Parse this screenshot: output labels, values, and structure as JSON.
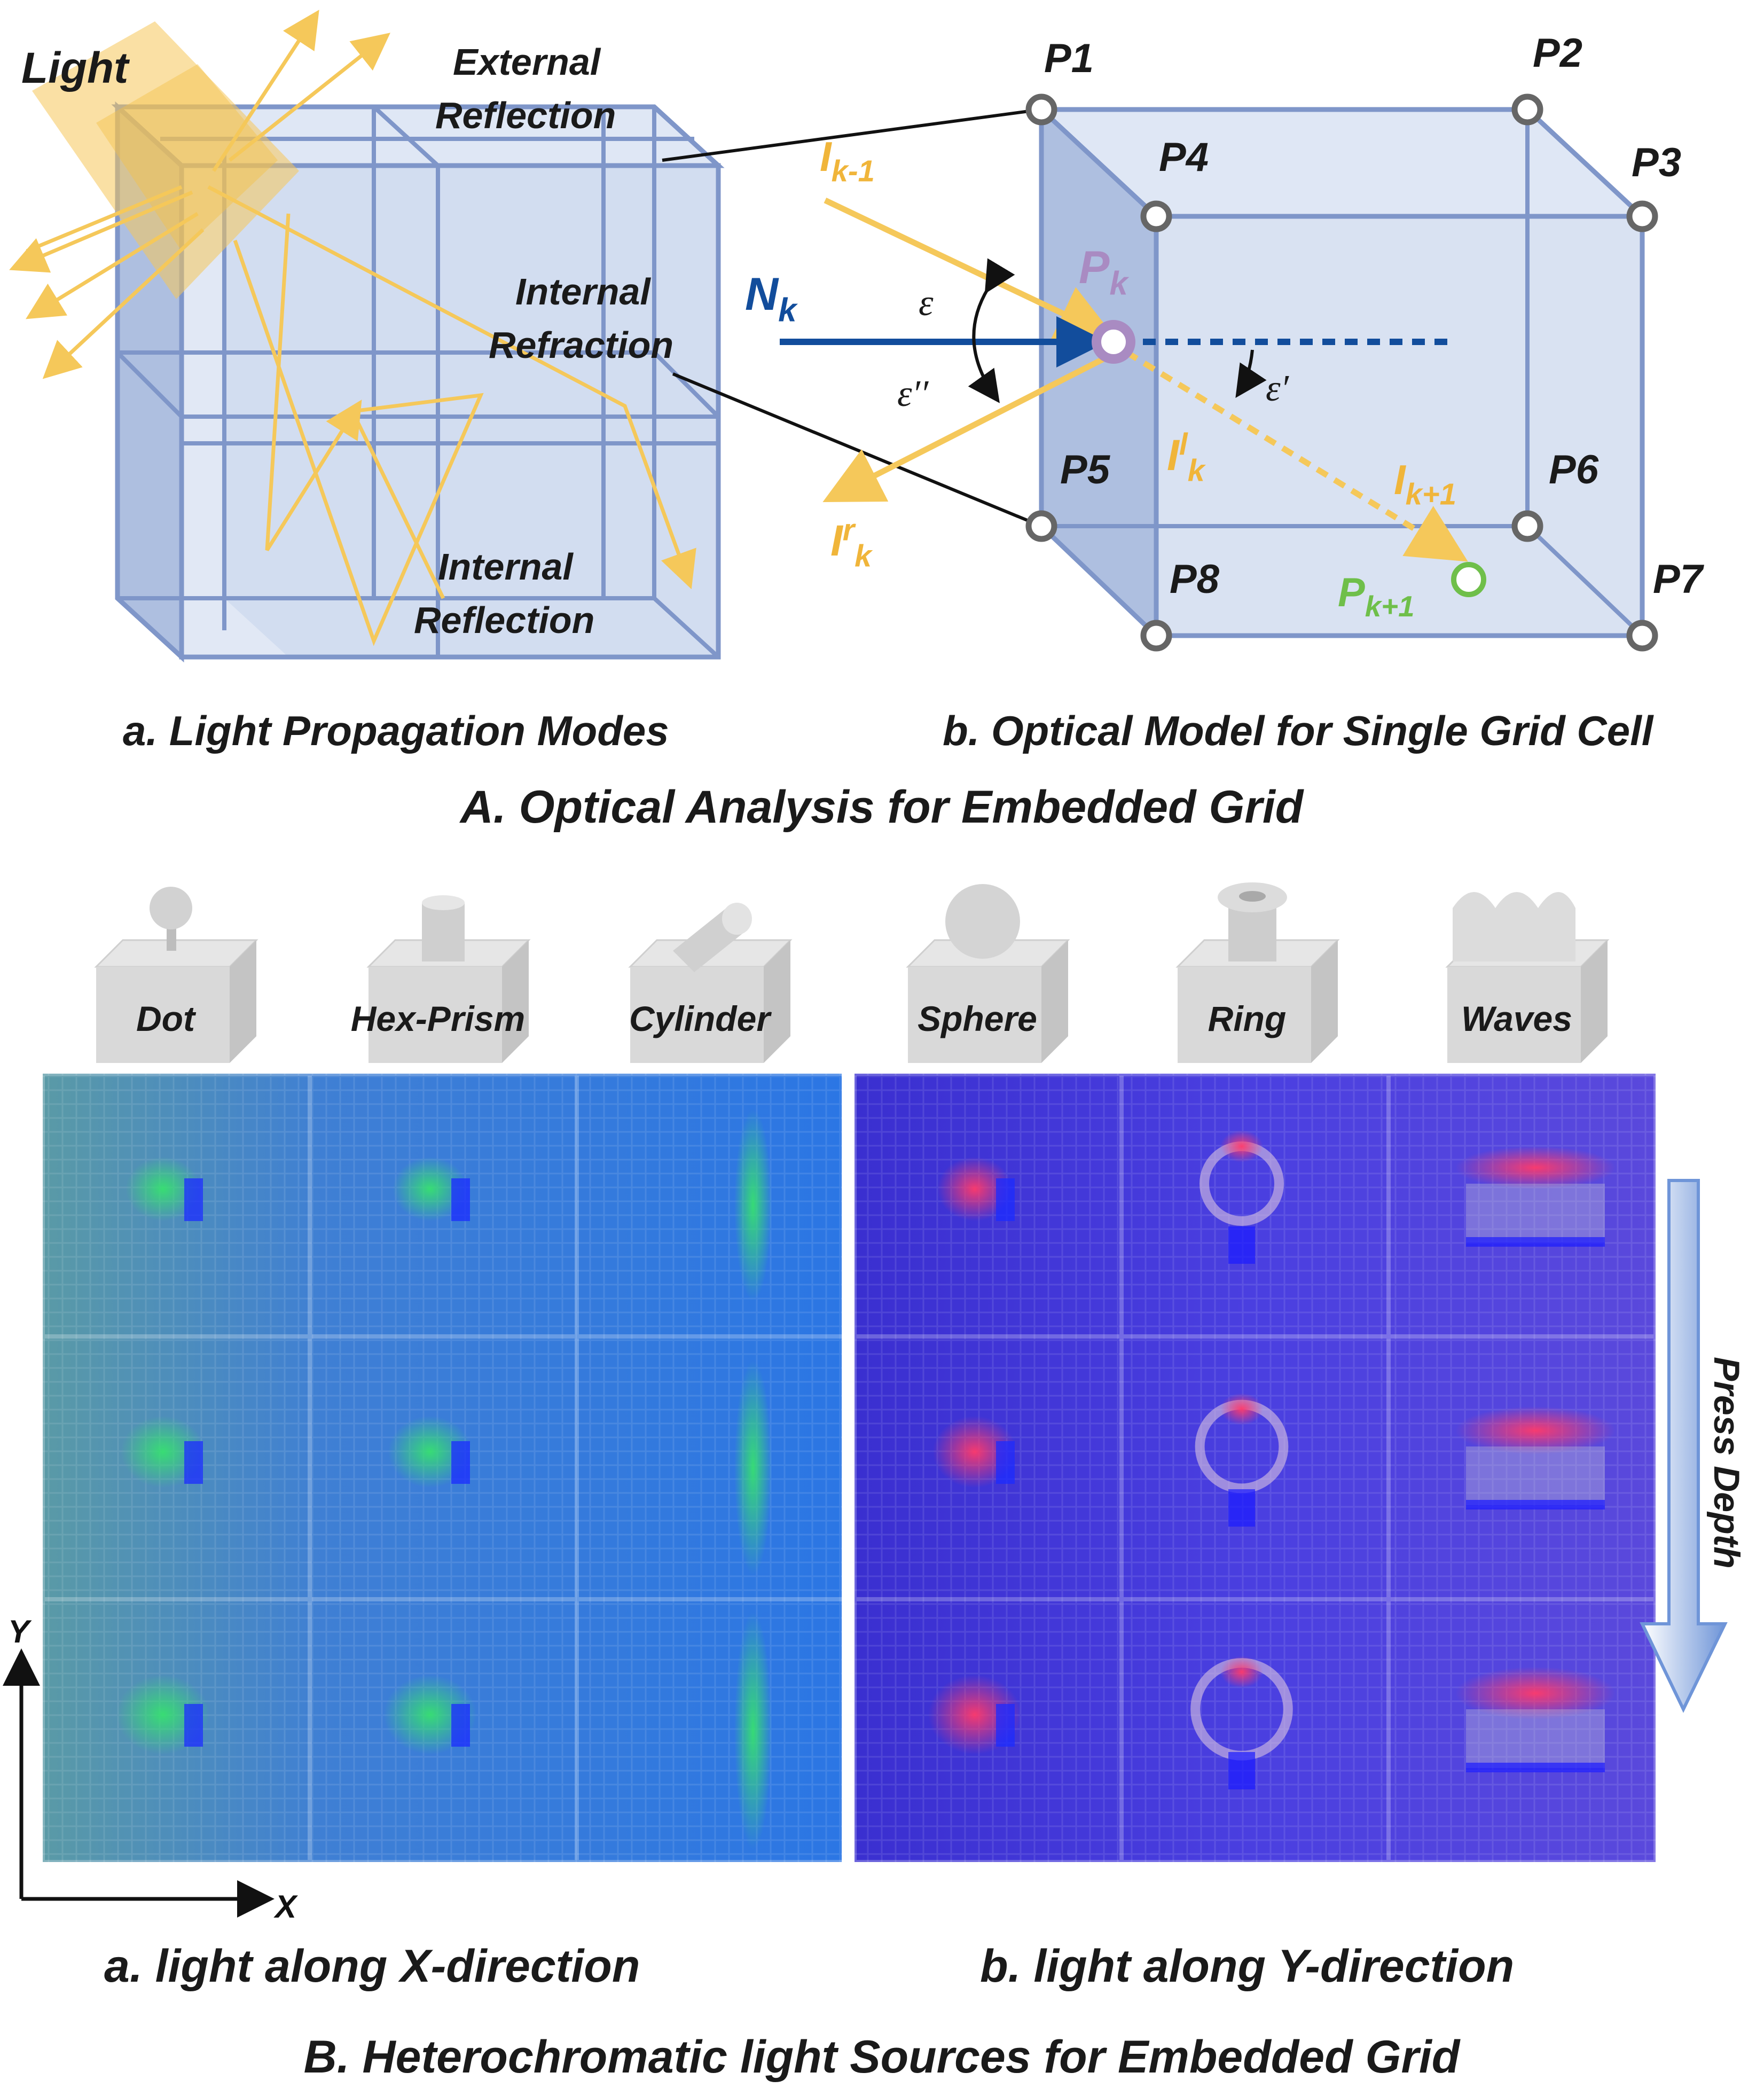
{
  "colors": {
    "grid_fill": "#c9d6ec",
    "grid_stroke": "#7f96c9",
    "light_ray": "#f5c85a",
    "light_label": "#f0b53a",
    "normal_blue": "#124d9c",
    "pk_purple": "#a98bc2",
    "pk1_green": "#6fbf4a",
    "node_gray": "#666666",
    "press_arrow": "#6f95d8"
  },
  "panel_a": {
    "light_label": "Light",
    "external_reflection": [
      "External",
      "Reflection"
    ],
    "internal_refraction": [
      "Internal",
      "Refraction"
    ],
    "internal_reflection": [
      "Internal",
      "Reflection"
    ],
    "caption": "a. Light Propagation Modes"
  },
  "panel_b": {
    "nodes": [
      "P1",
      "P2",
      "P3",
      "P4",
      "P5",
      "P6",
      "P7",
      "P8"
    ],
    "pk": "Pk",
    "pk1": "Pk+1",
    "nk": "Nk",
    "ik_minus_1": "Ik-1",
    "ik_plus_1": "Ik+1",
    "ik_l": "Ilk",
    "ik_r": "Irk",
    "eps": "ε",
    "eps_prime": "ε′",
    "eps_dprime": "ε′′",
    "caption": "b. Optical Model for Single Grid Cell"
  },
  "section_a_title": "A. Optical Analysis for Embedded Grid",
  "shapes": [
    "Dot",
    "Hex-Prism",
    "Cylinder",
    "Sphere",
    "Ring",
    "Waves"
  ],
  "press_depth": "Press Depth",
  "axes": {
    "x": "X",
    "y": "Y"
  },
  "caption_x": "a. light along X-direction",
  "caption_y": "b. light along Y-direction",
  "section_b_title": "B. Heterochromatic light Sources for Embedded Grid"
}
